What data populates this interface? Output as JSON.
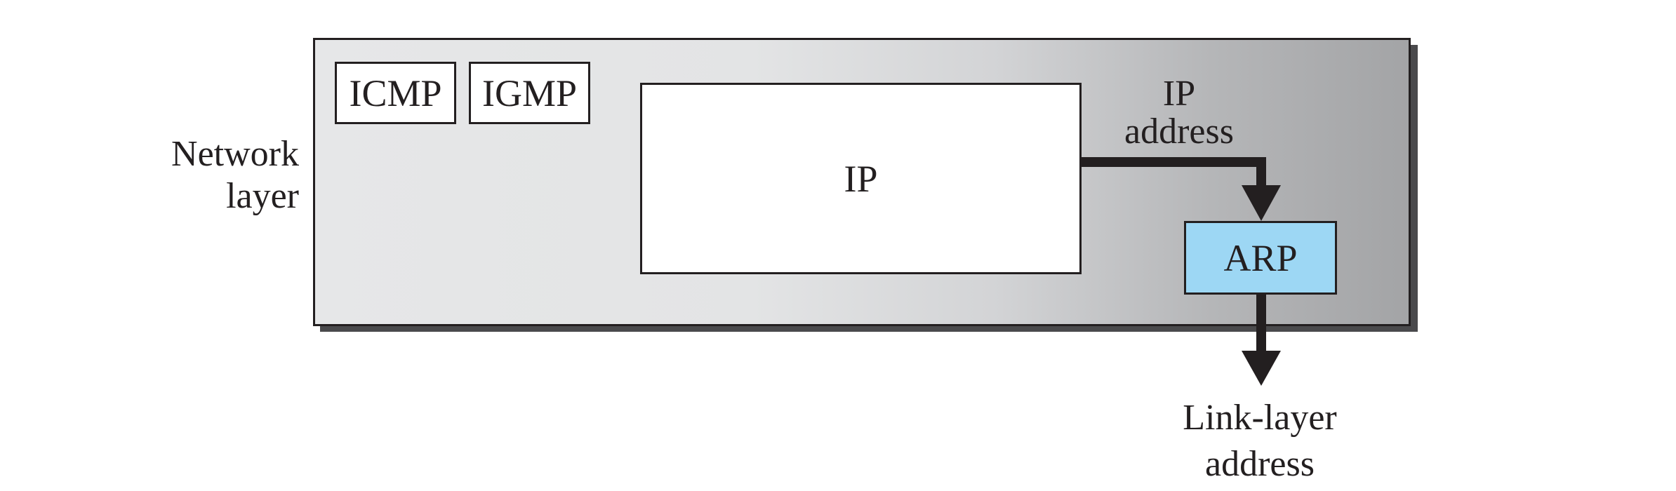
{
  "network_layer_label": {
    "line1": "Network",
    "line2": "layer"
  },
  "boxes": {
    "icmp": "ICMP",
    "igmp": "IGMP",
    "ip": "IP",
    "arp": "ARP"
  },
  "ip_address_label": {
    "line1": "IP",
    "line2": "address"
  },
  "link_layer_address_label": {
    "line1": "Link-layer",
    "line2": "address"
  },
  "colors": {
    "arp_fill": "#9dd7f4",
    "panel_shadow": "#4a4a4c",
    "stroke": "#231f20"
  }
}
